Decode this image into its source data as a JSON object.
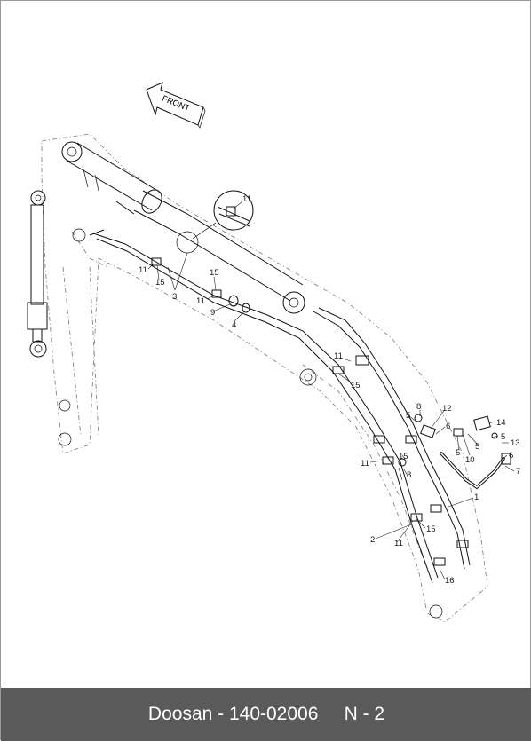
{
  "diagram": {
    "arrow_label": "FRONT",
    "callouts": [
      {
        "id": "c11a",
        "text": "11"
      },
      {
        "id": "c11b",
        "text": "11"
      },
      {
        "id": "c15a",
        "text": "15"
      },
      {
        "id": "c3",
        "text": "3"
      },
      {
        "id": "c15b",
        "text": "15"
      },
      {
        "id": "c11c",
        "text": "11"
      },
      {
        "id": "c9",
        "text": "9"
      },
      {
        "id": "c4",
        "text": "4"
      },
      {
        "id": "c11d",
        "text": "11"
      },
      {
        "id": "c15c",
        "text": "15"
      },
      {
        "id": "c8a",
        "text": "8"
      },
      {
        "id": "c12",
        "text": "12"
      },
      {
        "id": "c5a",
        "text": "5"
      },
      {
        "id": "c6a",
        "text": "6"
      },
      {
        "id": "c14",
        "text": "14"
      },
      {
        "id": "c5b",
        "text": "5"
      },
      {
        "id": "c5c",
        "text": "5"
      },
      {
        "id": "c13",
        "text": "13"
      },
      {
        "id": "c15d",
        "text": "15"
      },
      {
        "id": "c10",
        "text": "10"
      },
      {
        "id": "c6b",
        "text": "6"
      },
      {
        "id": "c11e",
        "text": "11"
      },
      {
        "id": "c5d",
        "text": "5"
      },
      {
        "id": "c8b",
        "text": "8"
      },
      {
        "id": "c7",
        "text": "7"
      },
      {
        "id": "c1",
        "text": "1"
      },
      {
        "id": "c15e",
        "text": "15"
      },
      {
        "id": "c2",
        "text": "2"
      },
      {
        "id": "c11f",
        "text": "11"
      },
      {
        "id": "c16",
        "text": "16"
      }
    ]
  },
  "footer": {
    "caption": "Doosan - 140-02006     N - 2",
    "background_color": "#5a5a5a",
    "text_color": "#ffffff"
  }
}
